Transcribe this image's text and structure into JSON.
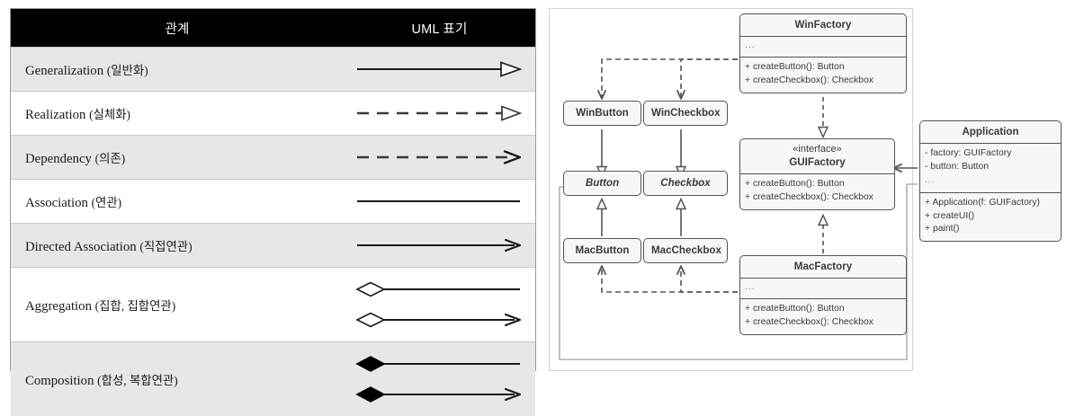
{
  "notation_table": {
    "headers": {
      "relation": "관계",
      "notation": "UML 표기"
    },
    "rows": [
      {
        "en": "Generalization",
        "ko": "(일반화)",
        "notation": "solid-line-hollow-triangle-arrow",
        "variants": 1
      },
      {
        "en": "Realization",
        "ko": "(실체화)",
        "notation": "dashed-line-hollow-triangle-arrow",
        "variants": 1
      },
      {
        "en": "Dependency",
        "ko": "(의존)",
        "notation": "dashed-line-open-arrow",
        "variants": 1
      },
      {
        "en": "Association",
        "ko": "(연관)",
        "notation": "solid-line",
        "variants": 1
      },
      {
        "en": "Directed Association",
        "ko": "(직접연관)",
        "notation": "solid-line-open-arrow",
        "variants": 1
      },
      {
        "en": "Aggregation",
        "ko": "(집합, 집합연관)",
        "notation": "hollow-diamond-line",
        "variants": 2
      },
      {
        "en": "Composition",
        "ko": "(합성, 복합연관)",
        "notation": "filled-diamond-line",
        "variants": 2
      }
    ]
  },
  "uml_diagram": {
    "classes": {
      "win_factory": {
        "name": "WinFactory",
        "dots": "...",
        "methods": [
          "+ createButton(): Button",
          "+ createCheckbox(): Checkbox"
        ]
      },
      "mac_factory": {
        "name": "MacFactory",
        "dots": "...",
        "methods": [
          "+ createButton(): Button",
          "+ createCheckbox(): Checkbox"
        ]
      },
      "gui_factory": {
        "stereotype": "«interface»",
        "name": "GUIFactory",
        "methods": [
          "+ createButton(): Button",
          "+ createCheckbox(): Checkbox"
        ]
      },
      "application": {
        "name": "Application",
        "attributes": [
          "- factory: GUIFactory",
          "- button: Button"
        ],
        "dots": "...",
        "methods": [
          "+ Application(f: GUIFactory)",
          "+ createUI()",
          "+ paint()"
        ]
      },
      "win_button": {
        "name": "WinButton"
      },
      "win_checkbox": {
        "name": "WinCheckbox"
      },
      "mac_button": {
        "name": "MacButton"
      },
      "mac_checkbox": {
        "name": "MacCheckbox"
      },
      "button": {
        "name": "Button"
      },
      "checkbox": {
        "name": "Checkbox"
      }
    },
    "colors": {
      "class_fill": "#f7f7f7",
      "class_border": "#555555",
      "edge": "#555555",
      "edge_light": "#b0b0b0",
      "panel_border": "#d3d3d3"
    }
  }
}
